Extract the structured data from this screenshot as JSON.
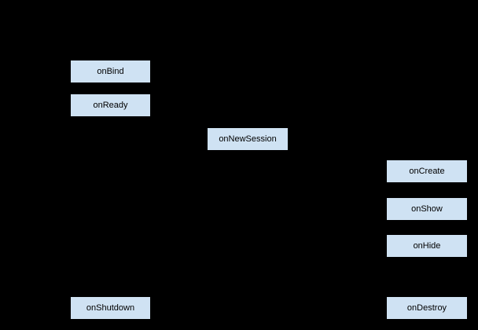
{
  "colors": {
    "background": "#000000",
    "node_fill": "#cfe2f3",
    "node_border": "#000000",
    "node_text": "#000000"
  },
  "nodes": [
    {
      "label": "onBind"
    },
    {
      "label": "onReady"
    },
    {
      "label": "onNewSession"
    },
    {
      "label": "onCreate"
    },
    {
      "label": "onShow"
    },
    {
      "label": "onHide"
    },
    {
      "label": "onShutdown"
    },
    {
      "label": "onDestroy"
    }
  ]
}
